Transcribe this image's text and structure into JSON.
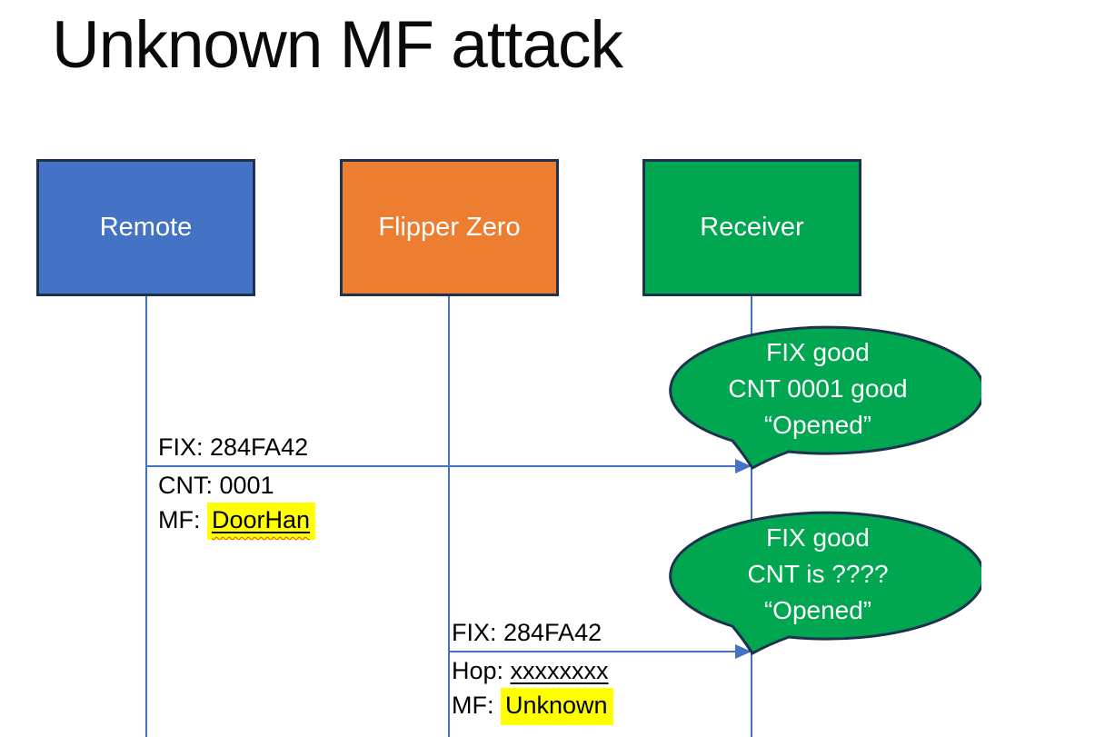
{
  "title": "Unknown MF attack",
  "actors": [
    {
      "label": "Remote"
    },
    {
      "label": "Flipper Zero"
    },
    {
      "label": "Receiver"
    }
  ],
  "messages": {
    "first": {
      "above": "FIX: 284FA42",
      "below1": "CNT: 0001",
      "below2_prefix": "MF: ",
      "below2_value": "DoorHan"
    },
    "second": {
      "above": "FIX: 284FA42",
      "below1_prefix": "Hop: ",
      "below1_value": "xxxxxxxx",
      "below2_prefix": "MF: ",
      "below2_value": "Unknown"
    }
  },
  "callouts": {
    "first": {
      "line1": "FIX good",
      "line2": "CNT 0001 good",
      "line3": "“Opened”"
    },
    "second": {
      "line1": "FIX good",
      "line2": "CNT is ????",
      "line3": "“Opened”"
    }
  },
  "colors": {
    "actor_remote_fill": "#4472C4",
    "actor_flipper_fill": "#ED7D31",
    "actor_receiver_fill": "#00A650",
    "callout_fill": "#00A650",
    "shape_border": "#1E3250",
    "connector_blue": "#4472C4",
    "highlight_yellow": "#FFFF00",
    "spellcheck_red": "#E8442A",
    "text_dark": "#000000",
    "text_light": "#FFFFFF",
    "background": "#FFFFFF"
  }
}
